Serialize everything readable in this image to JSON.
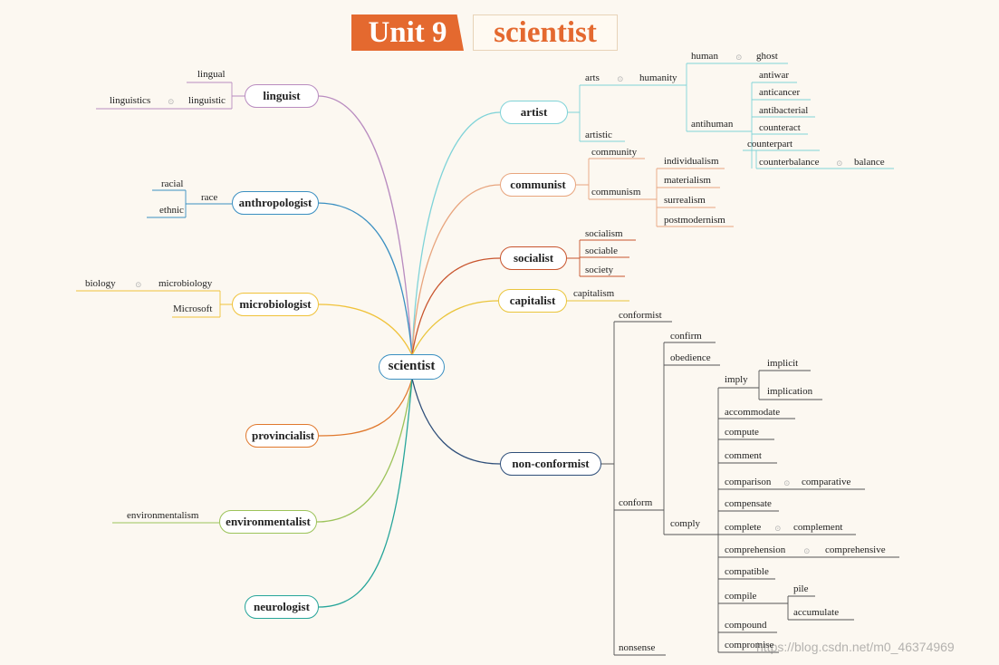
{
  "banner": {
    "unit": "Unit 9",
    "word": "scientist"
  },
  "center": "scientist",
  "branches": {
    "linguist": "linguist",
    "anthropologist": "anthropologist",
    "microbiologist": "microbiologist",
    "provincialist": "provincialist",
    "environmentalist": "environmentalist",
    "neurologist": "neurologist",
    "artist": "artist",
    "communist": "communist",
    "socialist": "socialist",
    "capitalist": "capitalist",
    "non_conformist": "non-conformist"
  },
  "leaves": {
    "lingual": "lingual",
    "linguistic": "linguistic",
    "linguistics": "linguistics",
    "race": "race",
    "racial": "racial",
    "ethnic": "ethnic",
    "microbiology": "microbiology",
    "biology": "biology",
    "microsoft": "Microsoft",
    "environmentalism": "environmentalism",
    "arts": "arts",
    "humanity": "humanity",
    "human": "human",
    "ghost": "ghost",
    "antihuman": "antihuman",
    "antiwar": "antiwar",
    "anticancer": "anticancer",
    "antibacterial": "antibacterial",
    "counteract": "counteract",
    "counterpart": "counterpart",
    "counterbalance": "counterbalance",
    "balance": "balance",
    "artistic": "artistic",
    "community": "community",
    "communism": "communism",
    "individualism": "individualism",
    "materialism": "materialism",
    "surrealism": "surrealism",
    "postmodernism": "postmodernism",
    "socialism": "socialism",
    "sociable": "sociable",
    "society": "society",
    "capitalism": "capitalism",
    "conformist": "conformist",
    "conform": "conform",
    "nonsense": "nonsense",
    "confirm": "confirm",
    "obedience": "obedience",
    "comply": "comply",
    "imply": "imply",
    "implicit": "implicit",
    "implication": "implication",
    "accommodate": "accommodate",
    "compute": "compute",
    "comment": "comment",
    "comparison": "comparison",
    "comparative": "comparative",
    "compensate": "compensate",
    "complete": "complete",
    "complement": "complement",
    "comprehension": "comprehension",
    "comprehensive": "comprehensive",
    "compatible": "compatible",
    "compile": "compile",
    "pile": "pile",
    "accumulate": "accumulate",
    "compound": "compound",
    "compromise": "compromise"
  },
  "watermark": "https://blog.csdn.net/m0_46374969",
  "colors": {
    "background": "#fcf8f1",
    "banner": "#e4692f",
    "linguist": "#b98cc0",
    "anthropologist": "#3a8fc1",
    "microbiologist": "#f0c23a",
    "provincialist": "#e0792e",
    "environmentalist": "#9cc35a",
    "neurologist": "#26a59a",
    "artist": "#7fd3d8",
    "communist": "#e8a57e",
    "socialist": "#c8542d",
    "capitalist": "#eac53c",
    "non_conformist": "#2f4f7a"
  }
}
